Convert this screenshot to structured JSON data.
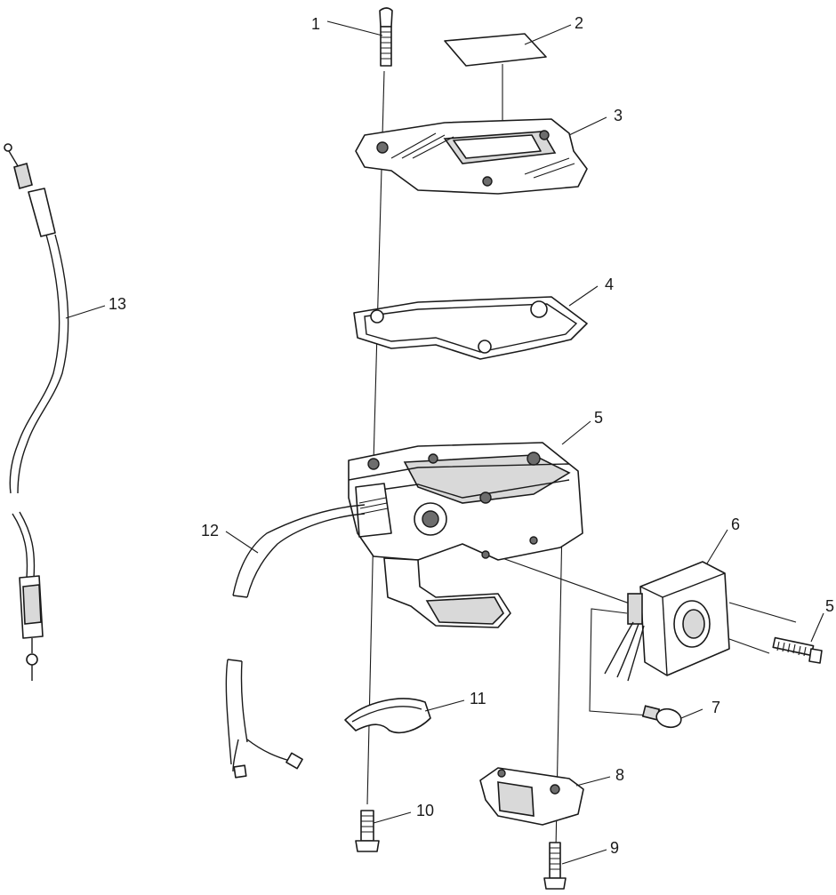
{
  "callouts": [
    {
      "id": "c1",
      "label": "1"
    },
    {
      "id": "c2",
      "label": "2"
    },
    {
      "id": "c3",
      "label": "3"
    },
    {
      "id": "c4",
      "label": "4"
    },
    {
      "id": "c5a",
      "label": "5"
    },
    {
      "id": "c5b",
      "label": "5"
    },
    {
      "id": "c6",
      "label": "6"
    },
    {
      "id": "c7",
      "label": "7"
    },
    {
      "id": "c8",
      "label": "8"
    },
    {
      "id": "c9",
      "label": "9"
    },
    {
      "id": "c10",
      "label": "10"
    },
    {
      "id": "c11",
      "label": "11"
    },
    {
      "id": "c12",
      "label": "12"
    },
    {
      "id": "c13",
      "label": "13"
    }
  ]
}
